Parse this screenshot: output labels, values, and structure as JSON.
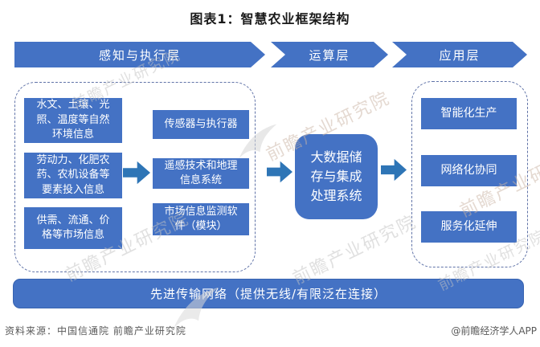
{
  "title": "图表1：智慧农业框架结构",
  "layers": [
    {
      "label": "感知与执行层"
    },
    {
      "label": "运算层"
    },
    {
      "label": "应用层"
    }
  ],
  "perception_group": {
    "inputs": [
      "水文、土壤、光照、温度等自然环境信息",
      "劳动力、化肥农药、农机设备等要素投入信息",
      "供需、流通、价格等市场信息"
    ],
    "tools": [
      "传感器与执行器",
      "遥感技术和地理信息系统",
      "市场信息监测软件（模块）"
    ]
  },
  "computing": {
    "core": "大数据储存与集成处理系统"
  },
  "application": {
    "items": [
      "智能化生产",
      "网络化协同",
      "服务化延伸"
    ]
  },
  "network_banner": "先进传输网络（提供无线/有限泛在连接）",
  "footer": {
    "source": "资料来源：中国信通院 前瞻产业研究院",
    "credit": "@前瞻经济学人APP"
  },
  "watermark": {
    "text": "前瞻产业研究院"
  },
  "colors": {
    "box_blue": "#4472C4",
    "arrow_blue": "#2E75B6",
    "dashed_border": "#6073A8",
    "footer_gray": "#595959"
  }
}
